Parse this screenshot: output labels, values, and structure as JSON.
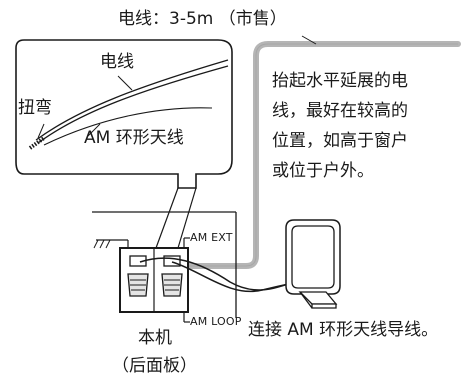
{
  "labels": {
    "cable_top": "电线：3-5m （市售）",
    "inset_wire": "电线",
    "inset_twist": "扭弯",
    "inset_antenna": "AM 环形天线",
    "terminal_ext": "AM EXT",
    "terminal_loop": "AM LOOP",
    "unit_name": "本机",
    "unit_panel": "（后面板）",
    "connect_note": "连接 AM 环形天线导线。"
  },
  "install_note": {
    "lines": [
      "抬起水平延展的电",
      "线，最好在较高的",
      "位置，如高于窗户",
      "或位于户外。"
    ]
  }
}
